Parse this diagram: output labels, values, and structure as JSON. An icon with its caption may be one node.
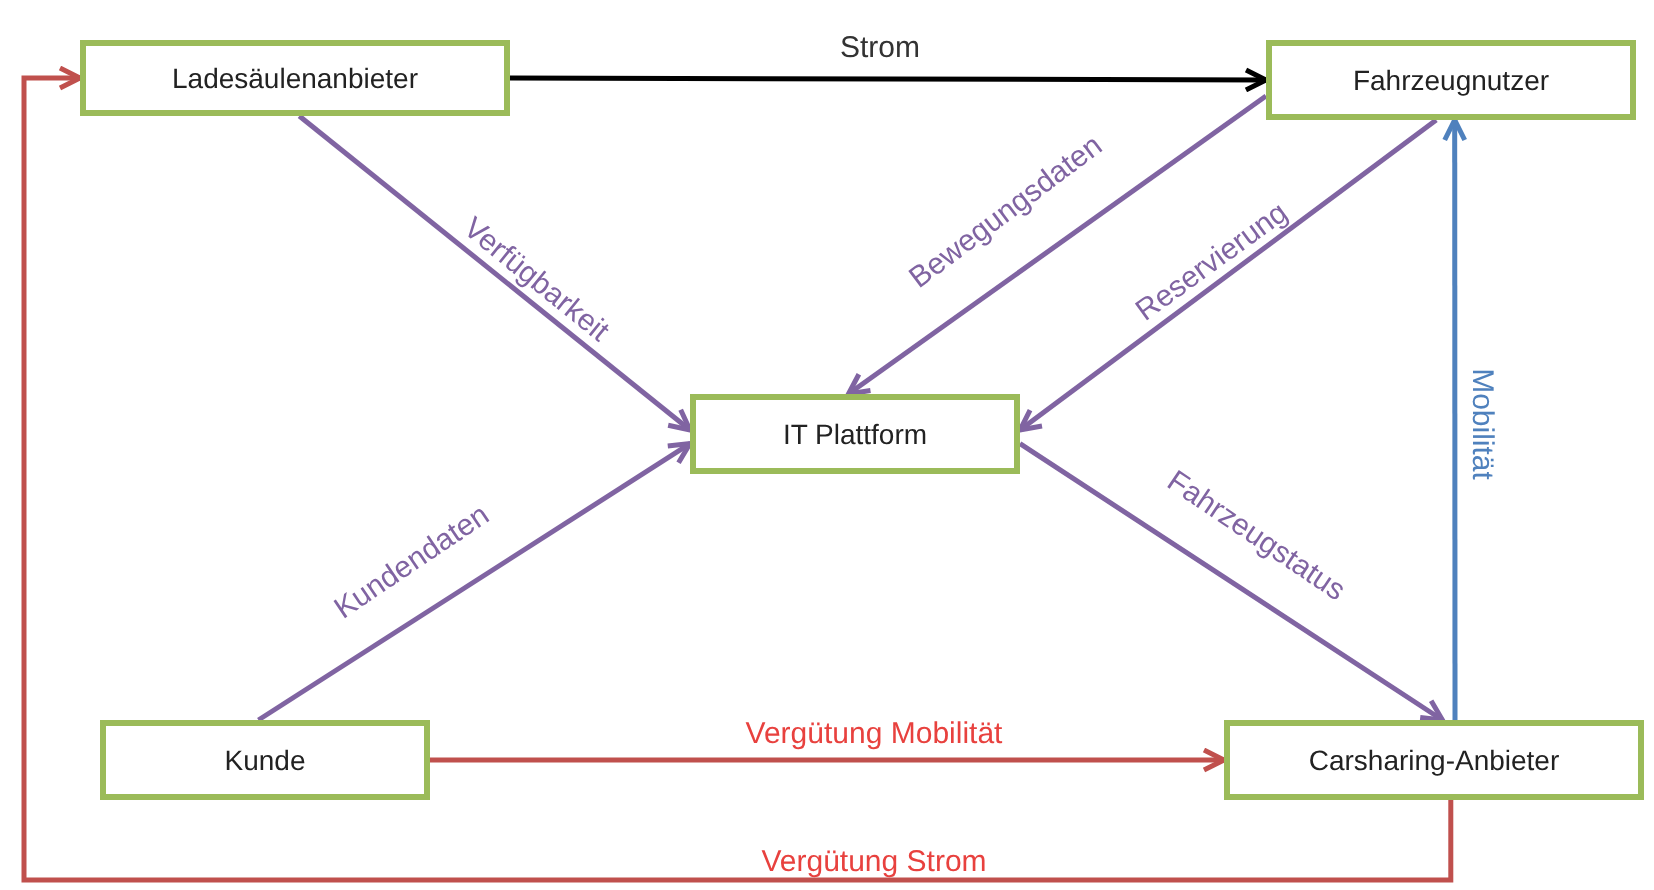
{
  "diagram": {
    "nodes": [
      {
        "text": [
          "Ladesäulenanbieter"
        ]
      },
      {
        "text": [
          "Fahrzeugnutzer"
        ]
      },
      {
        "text": [
          "IT Plattform"
        ]
      },
      {
        "text": [
          "Kunde"
        ]
      },
      {
        "text": [
          "Carsharing-Anbieter"
        ]
      }
    ],
    "edges": [
      {
        "from": 0,
        "to": 1,
        "arrow": "to",
        "label": "Strom",
        "color": "#000000"
      },
      {
        "from": 0,
        "to": 2,
        "arrow": "to",
        "label": "Verfügbarkeit"
      },
      {
        "from": 1,
        "to": 2,
        "arrow": "to",
        "label": "Bewegungsdaten"
      },
      {
        "from": 1,
        "to": 2,
        "arrow": "to",
        "label": "Reservierung"
      },
      {
        "from": 3,
        "to": 2,
        "arrow": "to",
        "label": "Kundendaten"
      },
      {
        "from": 2,
        "to": 4,
        "arrow": "to",
        "label": "Fahrzeugstatus"
      },
      {
        "from": 4,
        "to": 1,
        "arrow": "to",
        "label": "Mobilität",
        "color": "#4f81bd"
      },
      {
        "from": 3,
        "to": 4,
        "arrow": "to",
        "label": "Vergütung Mobilität",
        "color": "#c0504d"
      },
      {
        "from": 4,
        "to": 0,
        "arrow": "to",
        "label": "Vergütung Strom",
        "color": "#c0504d"
      }
    ]
  }
}
